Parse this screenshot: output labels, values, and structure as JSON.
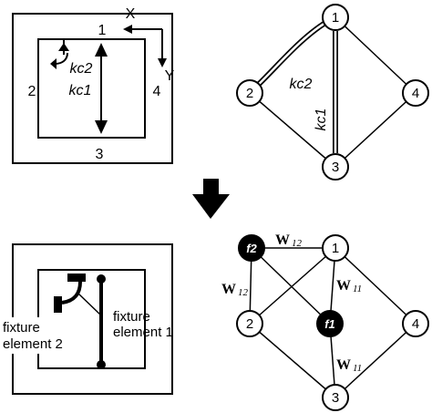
{
  "top_left": {
    "side_labels": {
      "top": "1",
      "left": "2",
      "bottom": "3",
      "right": "4"
    },
    "axis_x": "X",
    "axis_y": "Y",
    "kc1": "kc1",
    "kc2": "kc2"
  },
  "top_right": {
    "nodes": [
      "1",
      "2",
      "3",
      "4"
    ],
    "kc2": "kc2",
    "kc1": "kc1"
  },
  "bottom_left": {
    "fixture1_line1": "fixture",
    "fixture1_line2": "element 1",
    "fixture2_line1": "fixture",
    "fixture2_line2": "element 2"
  },
  "bottom_right": {
    "nodes": [
      "1",
      "2",
      "3",
      "4"
    ],
    "f_nodes": [
      "f2",
      "f1"
    ],
    "weights": [
      {
        "letter": "W",
        "sub": "12"
      },
      {
        "letter": "W",
        "sub": "12"
      },
      {
        "letter": "W",
        "sub": "11"
      },
      {
        "letter": "W",
        "sub": "11"
      }
    ]
  },
  "colors": {
    "ink": "#000000",
    "paper": "#ffffff"
  },
  "icons": {
    "transition": "down-arrow-icon"
  }
}
